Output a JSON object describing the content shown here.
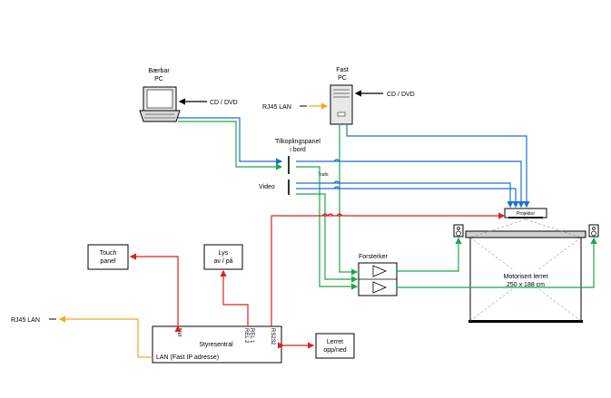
{
  "laptop": {
    "line1": "Bærbar",
    "line2": "PC",
    "cd_label": "CD / DVD"
  },
  "desktop": {
    "line1": "Fast",
    "line2": "PC",
    "cd_label": "CD / DVD",
    "lan_label": "RJ45 LAN"
  },
  "panel": {
    "line1": "Tilkoplingspanel",
    "line2": "i bord",
    "video_label": "Video",
    "trafo_label": "Trafo"
  },
  "projector": {
    "label": "Projektor"
  },
  "amplifier": {
    "label": "Forsterker"
  },
  "screen": {
    "line1": "Motorisert lerret",
    "line2": "250 x 188 cm"
  },
  "touch_panel": {
    "line1": "Touch",
    "line2": "panel"
  },
  "lights": {
    "line1": "Lys",
    "line2": "av / på"
  },
  "controller": {
    "title": "Styresentral",
    "lan_text": "LAN (Fast IP adresse)",
    "port_net": "Net",
    "port_rel2": "REL 2",
    "port_rel1": "REL 1",
    "port_rs232": "RS232"
  },
  "screen_control": {
    "line1": "Lerret",
    "line2": "opp/ned"
  },
  "left_lan": {
    "label": "RJ45 LAN"
  },
  "colors": {
    "blue": "#1f6fd0",
    "green": "#1aa84a",
    "red": "#e02020",
    "orange": "#f5a623",
    "black": "#000000"
  }
}
